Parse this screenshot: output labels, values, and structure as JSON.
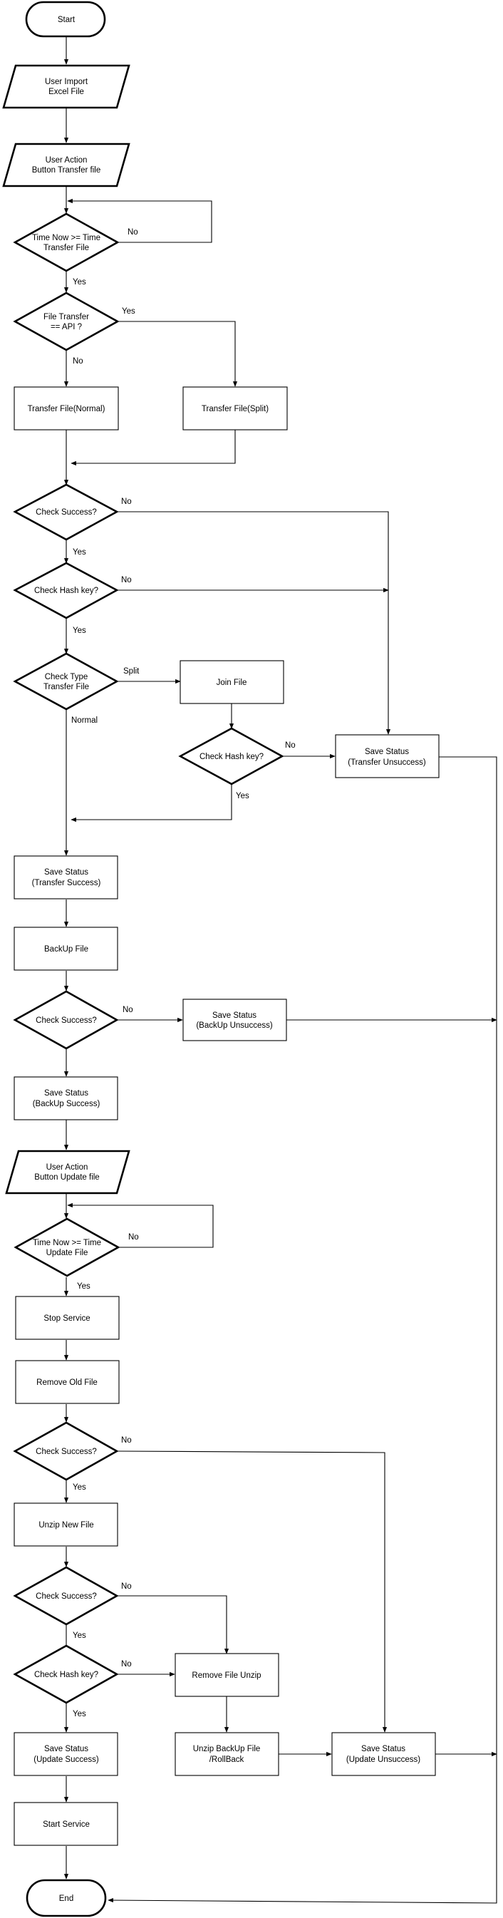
{
  "nodes": {
    "start": [
      "Start"
    ],
    "import_excel": [
      "User Import",
      "Excel File"
    ],
    "action_transfer": [
      "User Action",
      "Button Transfer file"
    ],
    "time_check_1": [
      "Time Now >= Time",
      "Transfer File"
    ],
    "api_check": [
      "File Transfer",
      "== API ?"
    ],
    "transfer_normal": [
      "Transfer File(Normal)"
    ],
    "transfer_split": [
      "Transfer File(Split)"
    ],
    "check_success_1": [
      "Check Success?"
    ],
    "check_hash_1": [
      "Check Hash key?"
    ],
    "check_type": [
      "Check Type",
      "Transfer File"
    ],
    "join_file": [
      "Join File"
    ],
    "check_hash_2": [
      "Check Hash key?"
    ],
    "save_transfer_unsuccess": [
      "Save Status",
      "(Transfer Unsuccess)"
    ],
    "save_transfer_success": [
      "Save Status",
      "(Transfer Success)"
    ],
    "backup_file": [
      "BackUp File"
    ],
    "check_success_2": [
      "Check Success?"
    ],
    "save_backup_unsuccess": [
      "Save Status",
      "(BackUp Unsuccess)"
    ],
    "save_backup_success": [
      "Save Status",
      "(BackUp Success)"
    ],
    "action_update": [
      "User Action",
      "Button Update file"
    ],
    "time_check_2": [
      "Time Now >= Time",
      "Update File"
    ],
    "stop_service": [
      "Stop Service"
    ],
    "remove_old": [
      "Remove Old File"
    ],
    "check_success_3": [
      "Check Success?"
    ],
    "unzip_new": [
      "Unzip New File"
    ],
    "check_success_4": [
      "Check Success?"
    ],
    "check_hash_3": [
      "Check Hash key?"
    ],
    "remove_unzip": [
      "Remove File Unzip"
    ],
    "save_update_success": [
      "Save Status",
      "(Update Success)"
    ],
    "unzip_backup": [
      "Unzip BackUp File",
      "/RollBack"
    ],
    "save_update_unsuccess": [
      "Save Status",
      "(Update Unsuccess)"
    ],
    "start_service": [
      "Start Service"
    ],
    "end": [
      "End"
    ]
  },
  "edge_labels": {
    "no": "No",
    "yes": "Yes",
    "split": "Split",
    "normal": "Normal"
  }
}
